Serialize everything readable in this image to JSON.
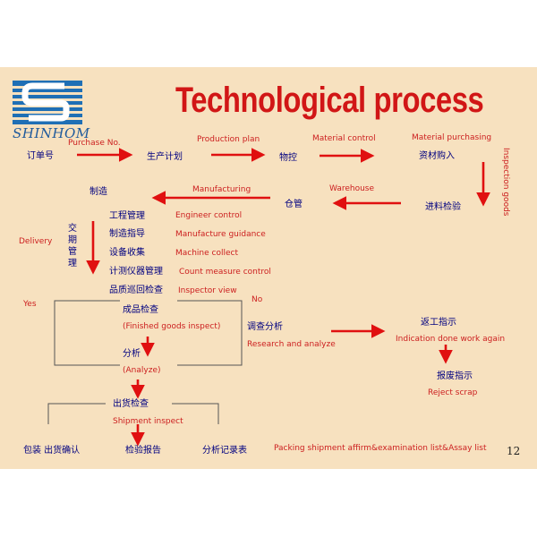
{
  "colors": {
    "background": "#f7e1bf",
    "title": "#d11616",
    "chinese_text": "#000080",
    "english_text": "#cc2020",
    "arrow": "#e01010",
    "bracket": "#555555",
    "logo": "#1f5a9c"
  },
  "logo": {
    "icon": "shinhom-s-logo-icon",
    "text": "SHINHOM"
  },
  "title": "Technological process",
  "page_number": "12",
  "row1": {
    "order_no": "订单号",
    "purchase_no": "Purchase No.",
    "production_plan_zh": "生产计划",
    "production_plan_en": "Production plan",
    "material_control_zh": "物控",
    "material_control_en": "Material control",
    "material_purchasing_zh": "资材购入",
    "material_purchasing_en": "Material purchasing",
    "inspection_goods_en": "Inspection goods"
  },
  "row2": {
    "manufacturing_zh": "制造",
    "manufacturing_en": "Manufacturing",
    "warehouse_zh": "仓管",
    "warehouse_en": "Warehouse",
    "incoming_inspection_zh": "进料检验"
  },
  "delivery": {
    "zh": "交期管理",
    "en": "Delivery"
  },
  "process_list": [
    {
      "zh": "工程管理",
      "en": "Engineer control"
    },
    {
      "zh": "制造指导",
      "en": "Manufacture guidance"
    },
    {
      "zh": "设备收集",
      "en": "Machine collect"
    },
    {
      "zh": "计测仪器管理",
      "en": "Count measure control"
    },
    {
      "zh": "品质巡回检查",
      "en": "Inspector view"
    }
  ],
  "decision": {
    "yes": "Yes",
    "no": "No",
    "finished_inspect_zh": "成品检查",
    "finished_inspect_en": "(Finished goods inspect)",
    "analyze_zh": "分析",
    "analyze_en": "(Analyze)",
    "research_zh": "调查分析",
    "research_en": "Research and analyze",
    "rework_zh": "返工指示",
    "rework_en": "Indication done work again",
    "reject_zh": "报废指示",
    "reject_en": "Reject scrap"
  },
  "shipment": {
    "inspect_zh": "出货检查",
    "inspect_en": "Shipment inspect",
    "packing_zh": "包装  出货确认",
    "report_zh": "检验报告",
    "assay_zh": "分析记录表",
    "footer_en": "Packing shipment affirm&examination list&Assay list"
  }
}
